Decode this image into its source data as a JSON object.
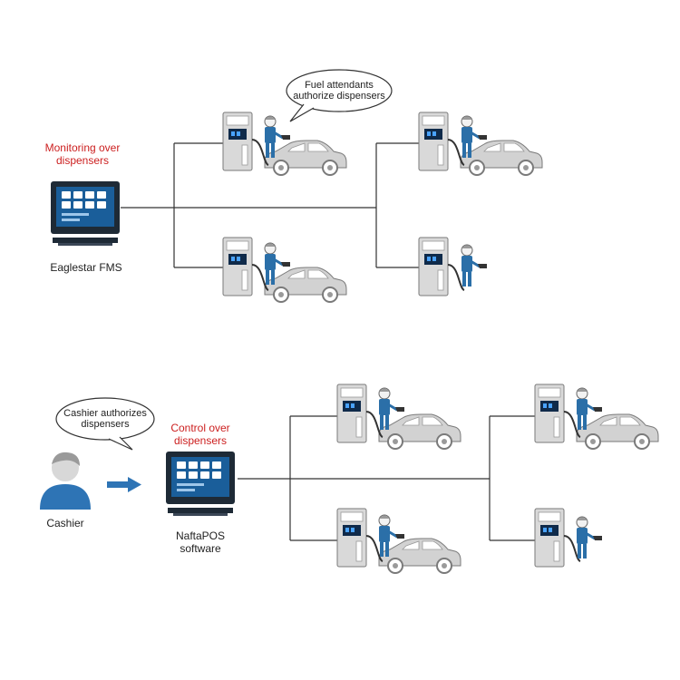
{
  "top": {
    "monitor_label_line1": "Monitoring over",
    "monitor_label_line2": "dispensers",
    "system_label": "Eaglestar FMS",
    "bubble_line1": "Fuel attendants",
    "bubble_line2": "authorize dispensers"
  },
  "bottom": {
    "control_label_line1": "Control over",
    "control_label_line2": "dispensers",
    "system_label_line1": "NaftaPOS",
    "system_label_line2": "software",
    "bubble_line1": "Cashier authorizes",
    "bubble_line2": "dispensers",
    "person_label": "Cashier"
  },
  "colors": {
    "accent_red": "#cc1f1f",
    "screen_blue": "#1a5e9a",
    "attendant_blue": "#2b6fa8",
    "cashier_blue": "#2e74b5",
    "line": "#333333",
    "dispenser_grey": "#d9d9d9",
    "car_grey": "#c8c8c8"
  },
  "icons": [
    "computer-monitor-icon",
    "fuel-dispenser-icon",
    "attendant-icon",
    "car-icon",
    "cashier-person-icon",
    "arrow-right-icon",
    "speech-bubble-icon"
  ]
}
